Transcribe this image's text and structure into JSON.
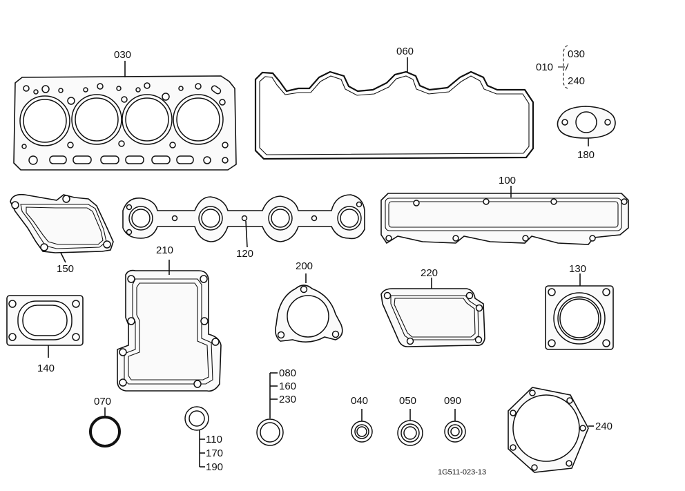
{
  "labels": {
    "p030": "030",
    "p060": "060",
    "p010": "010",
    "p010_top": "030",
    "p010_bottom": "240",
    "p180": "180",
    "p100": "100",
    "p150": "150",
    "p120": "120",
    "p210": "210",
    "p200": "200",
    "p220": "220",
    "p130": "130",
    "p140": "140",
    "p070": "070",
    "p110": "110",
    "p170": "170",
    "p190": "190",
    "p080": "080",
    "p160": "160",
    "p230": "230",
    "p040": "040",
    "p050": "050",
    "p090": "090",
    "p240": "240"
  },
  "drawing_code": "1G511-023-13"
}
